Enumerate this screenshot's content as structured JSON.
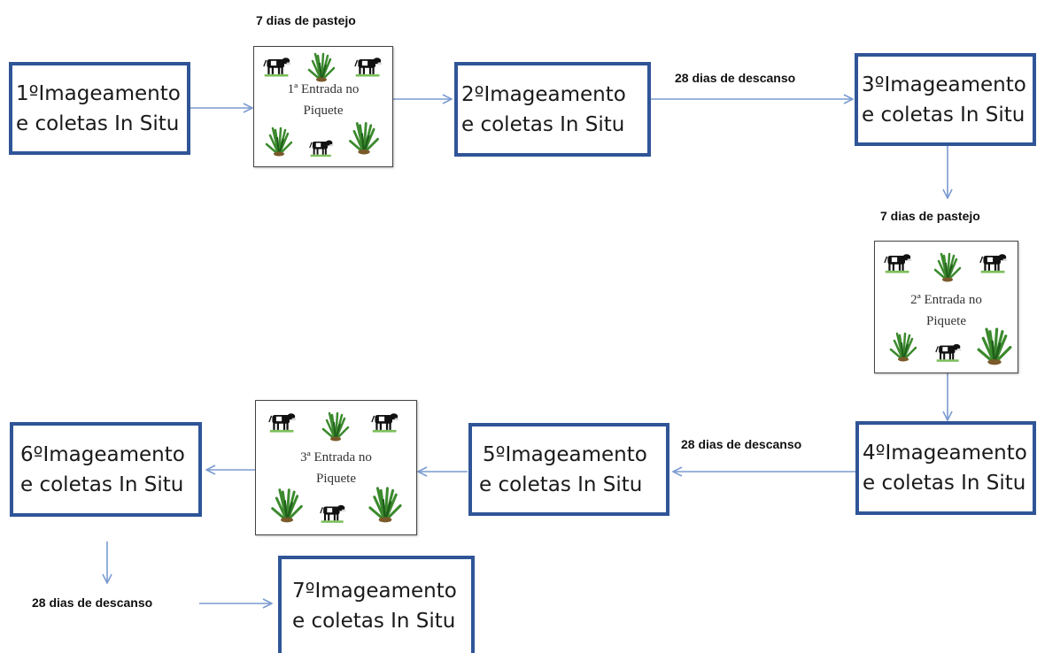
{
  "steps": [
    {
      "line1": "1ºImageamento",
      "line2": "e coletas In Situ"
    },
    {
      "line1": "2ºImageamento",
      "line2": "e coletas In Situ"
    },
    {
      "line1": "3ºImageamento",
      "line2": "e coletas In Situ"
    },
    {
      "line1": "4ºImageamento",
      "line2": "e coletas In Situ"
    },
    {
      "line1": "5ºImageamento",
      "line2": "e coletas In Situ"
    },
    {
      "line1": "6ºImageamento",
      "line2": "e coletas In Situ"
    },
    {
      "line1": "7ºImageamento",
      "line2": "e coletas In Situ"
    }
  ],
  "grazing": [
    {
      "label": "7 dias  de pastejo",
      "line1": "1ª Entrada no",
      "line2": "Piquete"
    },
    {
      "label": "7 dias  de pastejo",
      "line1": "2ª Entrada no",
      "line2": "Piquete"
    },
    {
      "label": "",
      "line1": "3ª Entrada no",
      "line2": "Piquete"
    }
  ],
  "rest_labels": [
    "28 dias de descanso",
    "28 dias de descanso",
    "28 dias de descanso"
  ],
  "icons": [
    "cow-icon",
    "grass-icon"
  ],
  "colors": {
    "box_border": "#2f5597",
    "arrow": "#7a9bd0",
    "grass": "#3c8a2e",
    "cow": "#111111"
  }
}
